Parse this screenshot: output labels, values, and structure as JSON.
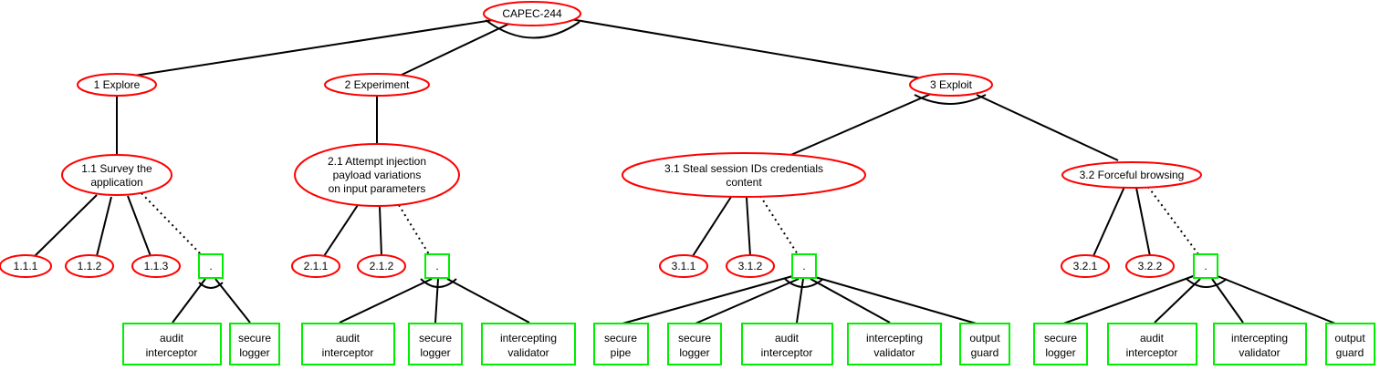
{
  "nodes": {
    "root": "CAPEC-244",
    "n1": "1 Explore",
    "n2": "2 Experiment",
    "n3": "3 Exploit",
    "n11": [
      "1.1 Survey the",
      "application"
    ],
    "n21": [
      "2.1 Attempt injection",
      "payload variations",
      "on input parameters"
    ],
    "n31": [
      "3.1 Steal session IDs credentials",
      "content"
    ],
    "n32": "3.2 Forceful browsing",
    "n111": "1.1.1",
    "n112": "1.1.2",
    "n113": "1.1.3",
    "n211": "2.1.1",
    "n212": "2.1.2",
    "n311": "3.1.1",
    "n312": "3.1.2",
    "n321": "3.2.1",
    "n322": "3.2.2",
    "and_dot": "."
  },
  "controls": {
    "c1_audit": [
      "audit",
      "interceptor"
    ],
    "c1_logger": [
      "secure",
      "logger"
    ],
    "c2_audit": [
      "audit",
      "interceptor"
    ],
    "c2_logger": [
      "secure",
      "logger"
    ],
    "c2_validator": [
      "intercepting",
      "validator"
    ],
    "c3_pipe": [
      "secure",
      "pipe"
    ],
    "c3_logger": [
      "secure",
      "logger"
    ],
    "c3_audit": [
      "audit",
      "interceptor"
    ],
    "c3_validator": [
      "intercepting",
      "validator"
    ],
    "c3_guard": [
      "output",
      "guard"
    ],
    "c4_logger": [
      "secure",
      "logger"
    ],
    "c4_audit": [
      "audit",
      "interceptor"
    ],
    "c4_validator": [
      "intercepting",
      "validator"
    ],
    "c4_guard": [
      "output",
      "guard"
    ]
  },
  "colors": {
    "attack_node": "#ff0000",
    "countermeasure_node": "#00ee00"
  }
}
